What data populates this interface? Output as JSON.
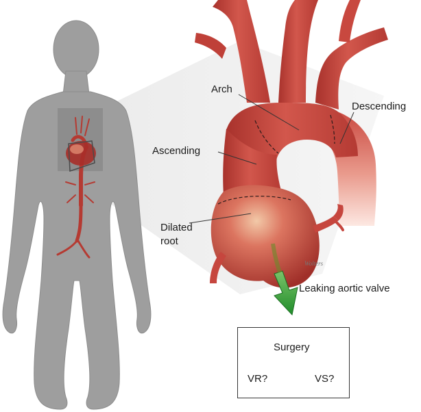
{
  "labels": {
    "arch": "Arch",
    "descending": "Descending",
    "ascending": "Ascending",
    "dilated_root": "Dilated root",
    "dilated_root_line1": "Dilated",
    "dilated_root_line2": "root",
    "leaking_valve": "Leaking aortic valve",
    "artist_signature": "Wolters"
  },
  "decision_box": {
    "root": "Surgery",
    "options": [
      "VR?",
      "VS?"
    ]
  },
  "colors": {
    "silhouette": "#9c9c9c",
    "silhouette_outline": "#8a8a8a",
    "zoom_wedge": "#dcdcdc",
    "aorta": "#c5463f",
    "aorta_light": "#f0b0a0",
    "arrow_green": "#2e9e2e"
  }
}
